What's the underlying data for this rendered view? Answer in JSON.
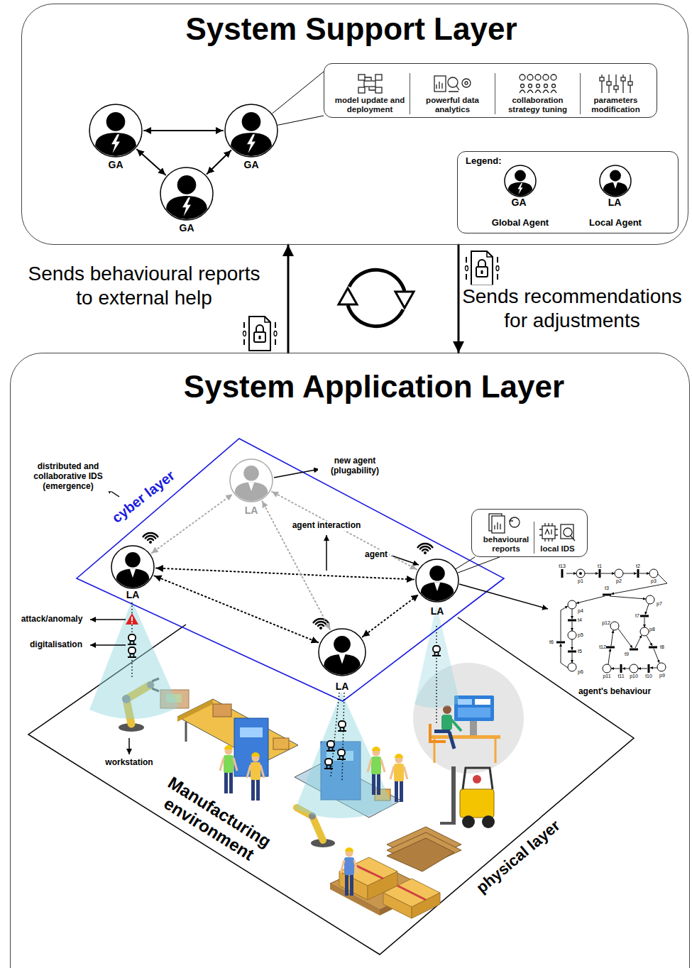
{
  "diagram": {
    "nodes": [
      {
        "text": [
          "System Support Layer"
        ]
      },
      {
        "text": [
          "GA"
        ],
        "in": 0
      },
      {
        "text": [
          "GA"
        ],
        "in": 0
      },
      {
        "text": [
          "GA"
        ],
        "in": 0
      },
      {
        "text": [
          "model update and deployment",
          "powerful data analytics",
          "collaboration strategy tuning",
          "parameters modification"
        ],
        "in": 0
      },
      {
        "text": [
          "Legend:"
        ],
        "in": 0
      },
      {
        "text": [
          "System Application Layer"
        ]
      },
      {
        "text": [
          "LA"
        ],
        "in": 6
      },
      {
        "text": [
          "LA"
        ],
        "in": 6
      },
      {
        "text": [
          "LA"
        ],
        "in": 6
      },
      {
        "text": [
          "LA"
        ],
        "in": 6
      },
      {
        "text": [
          "behavioural reports",
          "local IDS"
        ],
        "in": 6
      }
    ],
    "edges": [
      {
        "from": 1,
        "to": 2,
        "arrow": "both"
      },
      {
        "from": 1,
        "to": 3,
        "arrow": "both"
      },
      {
        "from": 3,
        "to": 2,
        "arrow": "both"
      },
      {
        "from": 2,
        "to": 4,
        "arrow": "none"
      },
      {
        "from": 6,
        "to": 0,
        "arrow": "to",
        "label": "Sends behavioural reports to external help"
      },
      {
        "from": 0,
        "to": 6,
        "arrow": "to",
        "label": "Sends recommendations for adjustments"
      },
      {
        "from": 8,
        "to": 7,
        "arrow": "both"
      },
      {
        "from": 8,
        "to": 9,
        "arrow": "both"
      },
      {
        "from": 8,
        "to": 10,
        "arrow": "both"
      },
      {
        "from": 10,
        "to": 7,
        "arrow": "both"
      },
      {
        "from": 10,
        "to": 9,
        "arrow": "both"
      },
      {
        "from": 9,
        "to": 7,
        "arrow": "both"
      },
      {
        "from": 9,
        "to": 11,
        "arrow": "none"
      }
    ],
    "labels": [
      "GA",
      "LA",
      "distributed and collaborative IDS (emergence)",
      "cyber layer",
      "new agent (plugability)",
      "agent interaction",
      "agent",
      "attack/anomaly",
      "digitalisation",
      "workstation",
      "Manufacturing environment",
      "physical layer",
      "agent's behaviour",
      "p1",
      "p2",
      "p3",
      "p4",
      "p5",
      "p6",
      "p7",
      "p8",
      "p9",
      "p10",
      "p11",
      "p12",
      "t1",
      "t2",
      "t3",
      "t4",
      "t5",
      "t6",
      "t7",
      "t8",
      "t9",
      "t10",
      "t11",
      "t12",
      "t13"
    ],
    "legend": [
      {
        "text": "Global Agent"
      },
      {
        "text": "Local Agent"
      }
    ]
  }
}
